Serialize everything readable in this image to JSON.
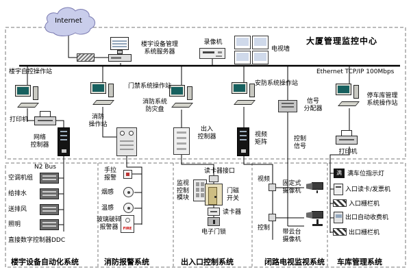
{
  "title": "大厦管理监控中心",
  "network": {
    "ethernet_label": "Ethernet TCP/IP 100Mbps",
    "internet_label": "Internet"
  },
  "center": {
    "server_label": "楼宇设备管理\n系统服务器",
    "vcr_label": "录像机",
    "tv_wall_label": "电视墙"
  },
  "stations": {
    "bas_station": "楼宇自控操作站",
    "printer_left": "打印机",
    "network_controller": "网络\n控制器",
    "fire_station": "消防\n操作站",
    "fire_panel": "消防系统\n防灾盘",
    "access_station": "门禁系统操作站",
    "access_controller": "出入\n控制器",
    "security_station": "安防系统操作站",
    "video_matrix": "视频\n矩阵",
    "signal_splitter": "信号\n分配器",
    "control_signal": "控制\n信号",
    "parking_station": "停车库管理\n系统操作站",
    "printer_right": "打印机"
  },
  "bas": {
    "bus_label": "N2 Bus",
    "devices": [
      "空调机组",
      "给排水",
      "送排风",
      "照明"
    ],
    "ddc_label": "直接数字控制器DDC",
    "footer": "楼宇设备自动化系统"
  },
  "fire": {
    "pull_alarm": "手拉\n报警",
    "smoke": "烟感",
    "heat": "温感",
    "glass_break": "玻璃破碎\n报警器",
    "fire_box": "FIRE",
    "footer": "消防报警系统"
  },
  "access": {
    "monitor_module": "监视\n控制\n模块",
    "reader_interface": "读卡器接口",
    "door_switch": "门磁\n开关",
    "card_reader": "读卡器",
    "door_lock": "电子门锁",
    "footer": "出入口控制系统"
  },
  "cctv": {
    "video": "视频",
    "control": "控制",
    "fixed_camera": "固定式\n摄像机",
    "ptz_camera": "带云台\n摄像机",
    "footer": "闭路电视监视系统"
  },
  "parking": {
    "full_light": "满车位指示灯",
    "full_char": "满",
    "entry_reader": "入口读卡/发票机",
    "entry_barrier": "入口栅栏机",
    "exit_toll": "出口自动收费机",
    "exit_barrier": "出口栅栏机",
    "footer": "车库管理系统"
  }
}
